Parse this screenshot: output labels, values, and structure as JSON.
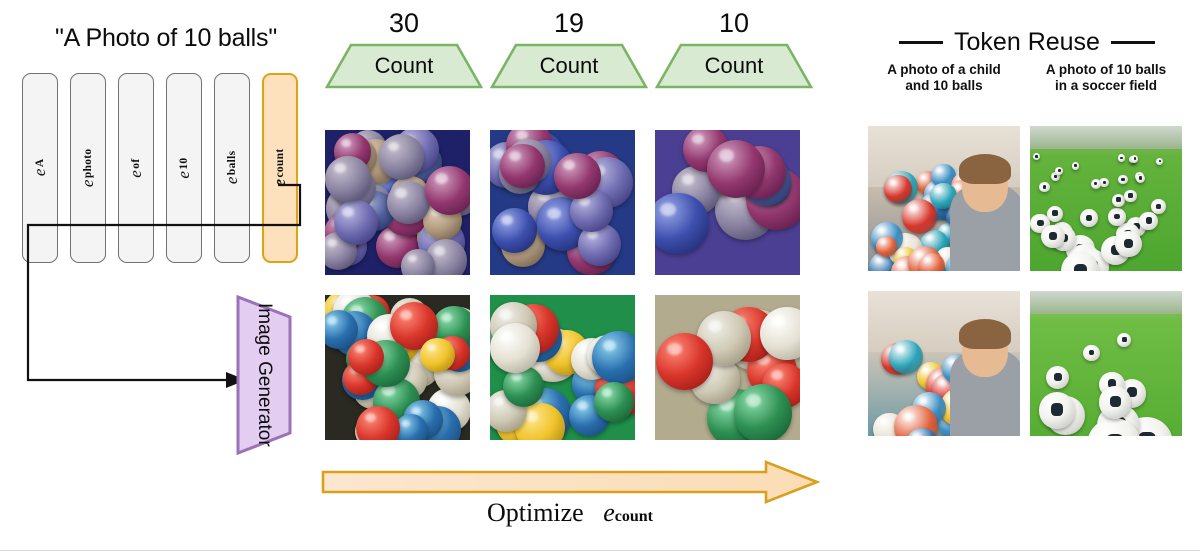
{
  "prompt": {
    "title": "\"A Photo of 10 balls\""
  },
  "tokens": [
    {
      "base": "e",
      "sub": "A",
      "highlight": false,
      "name": "token-e-a"
    },
    {
      "base": "e",
      "sub": "photo",
      "highlight": false,
      "name": "token-e-photo"
    },
    {
      "base": "e",
      "sub": "of",
      "highlight": false,
      "name": "token-e-of"
    },
    {
      "base": "e",
      "sub": "10",
      "highlight": false,
      "name": "token-e-10"
    },
    {
      "base": "e",
      "sub": "balls",
      "highlight": false,
      "name": "token-e-balls"
    },
    {
      "base": "e",
      "sub": "count",
      "highlight": true,
      "name": "token-e-count"
    }
  ],
  "generator": {
    "label_line1": "Image",
    "label_line2": "Generator"
  },
  "columns": [
    {
      "count": "30",
      "count_label": "Count"
    },
    {
      "count": "19",
      "count_label": "Count"
    },
    {
      "count": "10",
      "count_label": "Count"
    }
  ],
  "optimize": {
    "caption_text": "Optimize",
    "caption_symbol": "e",
    "caption_subscript": "count"
  },
  "token_reuse": {
    "heading": "Token Reuse",
    "captions": [
      "A photo of a child\nand 10 balls",
      "A photo of 10 balls\nin a soccer field"
    ]
  },
  "colors": {
    "highlight_border": "#e0a310",
    "highlight_fill": "#fde1bd",
    "count_fill": "#d9ead3",
    "count_border": "#7ab564",
    "generator_fill": "#e3cdf0",
    "generator_border": "#9b72b8",
    "arrow_border": "#d8a01c",
    "arrow_fill": "#fbe2c4",
    "box_border": "#6f7276",
    "box_fill": "#f4f4f4"
  }
}
